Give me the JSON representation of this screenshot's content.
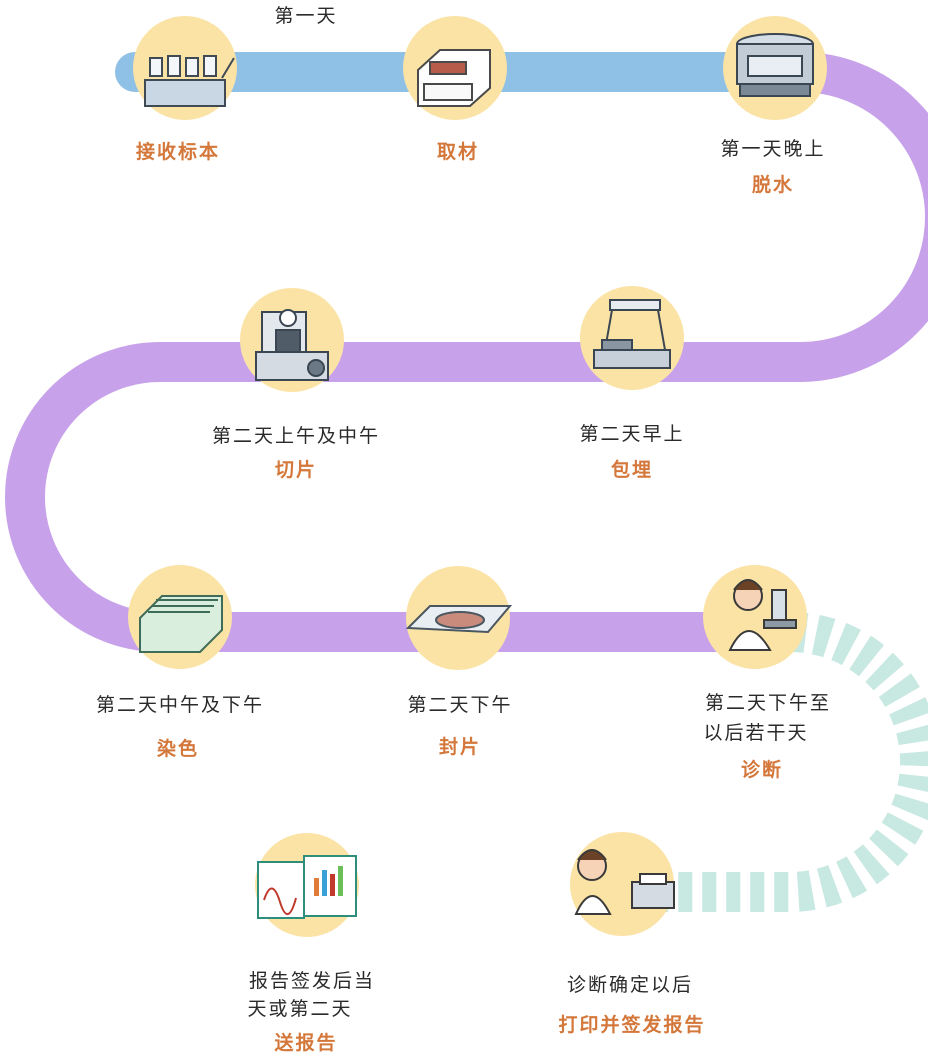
{
  "day_label": "第一天",
  "steps": [
    {
      "time": "",
      "name": "接收标本",
      "icon": "specimen-rack-icon"
    },
    {
      "time": "",
      "name": "取材",
      "icon": "tissue-box-icon"
    },
    {
      "time": "第一天晚上",
      "name": "脱水",
      "icon": "dehydrator-machine-icon"
    },
    {
      "time": "第二天早上",
      "name": "包埋",
      "icon": "embedding-station-icon"
    },
    {
      "time": "第二天上午及中午",
      "name": "切片",
      "icon": "microtome-icon"
    },
    {
      "time": "第二天中午及下午",
      "name": "染色",
      "icon": "staining-box-icon"
    },
    {
      "time": "第二天下午",
      "name": "封片",
      "icon": "glass-slide-icon"
    },
    {
      "time_lines": [
        "第二天下午至",
        "以后若干天"
      ],
      "name": "诊断",
      "icon": "pathologist-microscope-icon"
    },
    {
      "time": "诊断确定以后",
      "name": "打印并签发报告",
      "icon": "doctor-printer-icon"
    },
    {
      "time_lines": [
        "报告签发后当",
        "天或第二天"
      ],
      "name": "送报告",
      "icon": "report-folder-icon"
    }
  ],
  "colors": {
    "blue_track": "#8fc0e6",
    "purple_track": "#c7a2ea",
    "teal_track": "#6ba99f",
    "teal_dash": "#c8e8e2",
    "circle": "#fbe3a5",
    "step_text": "#d4773a"
  }
}
